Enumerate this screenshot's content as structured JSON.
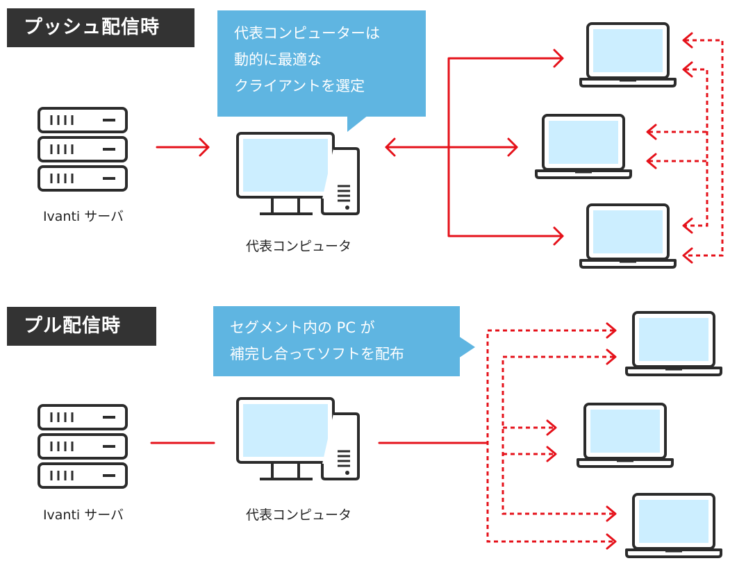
{
  "colors": {
    "arrow": "#e5111a",
    "screen": "#cceeff",
    "stroke": "#2b2b2b",
    "bubble": "#5fb5e1",
    "tag": "#333333"
  },
  "push": {
    "tag": "プッシュ配信時",
    "bubble_lines": [
      "代表コンピューターは",
      "動的に最適な",
      "クライアントを選定"
    ],
    "server_label": "Ivanti サーバ",
    "pc_label": "代表コンピュータ"
  },
  "pull": {
    "tag": "プル配信時",
    "bubble_lines": [
      "セグメント内の PC が",
      "補完し合ってソフトを配布"
    ],
    "server_label": "Ivanti サーバ",
    "pc_label": "代表コンピュータ"
  },
  "icons": [
    "server-icon",
    "desktop-computer-icon",
    "laptop-icon"
  ]
}
